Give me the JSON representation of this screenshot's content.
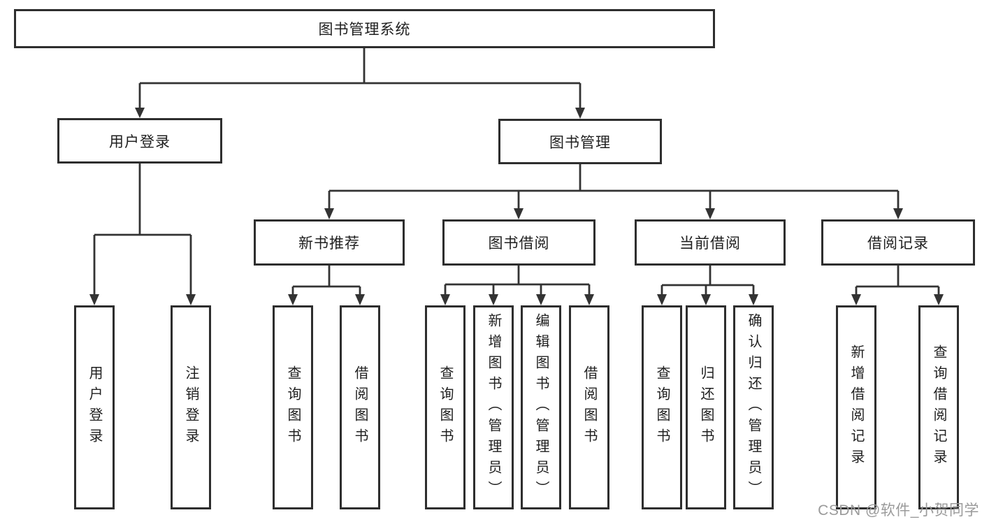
{
  "colors": {
    "background": "#ffffff",
    "box_border": "#2e2e2e",
    "box_fill": "#ffffff",
    "line": "#333333",
    "text": "#1f1f1f",
    "watermark": "#9a9a9a"
  },
  "diagram": {
    "type": "hierarchy-tree",
    "root": {
      "label": "图书管理系统"
    },
    "level2": [
      {
        "label": "用户登录"
      },
      {
        "label": "图书管理"
      }
    ],
    "level3": [
      {
        "label": "新书推荐"
      },
      {
        "label": "图书借阅"
      },
      {
        "label": "当前借阅"
      },
      {
        "label": "借阅记录"
      }
    ],
    "leaves": {
      "user_login": [
        "用户登录",
        "注销登录"
      ],
      "new_book_recommend": [
        "查询图书",
        "借阅图书"
      ],
      "book_borrow": [
        "查询图书",
        "新增图书（管理员）",
        "编辑图书（管理员）",
        "借阅图书"
      ],
      "current_borrow": [
        "查询图书",
        "归还图书",
        "确认归还（管理员）"
      ],
      "borrow_record": [
        "新增借阅记录",
        "查询借阅记录"
      ]
    }
  },
  "watermark": "CSDN @软件_小贺同学"
}
